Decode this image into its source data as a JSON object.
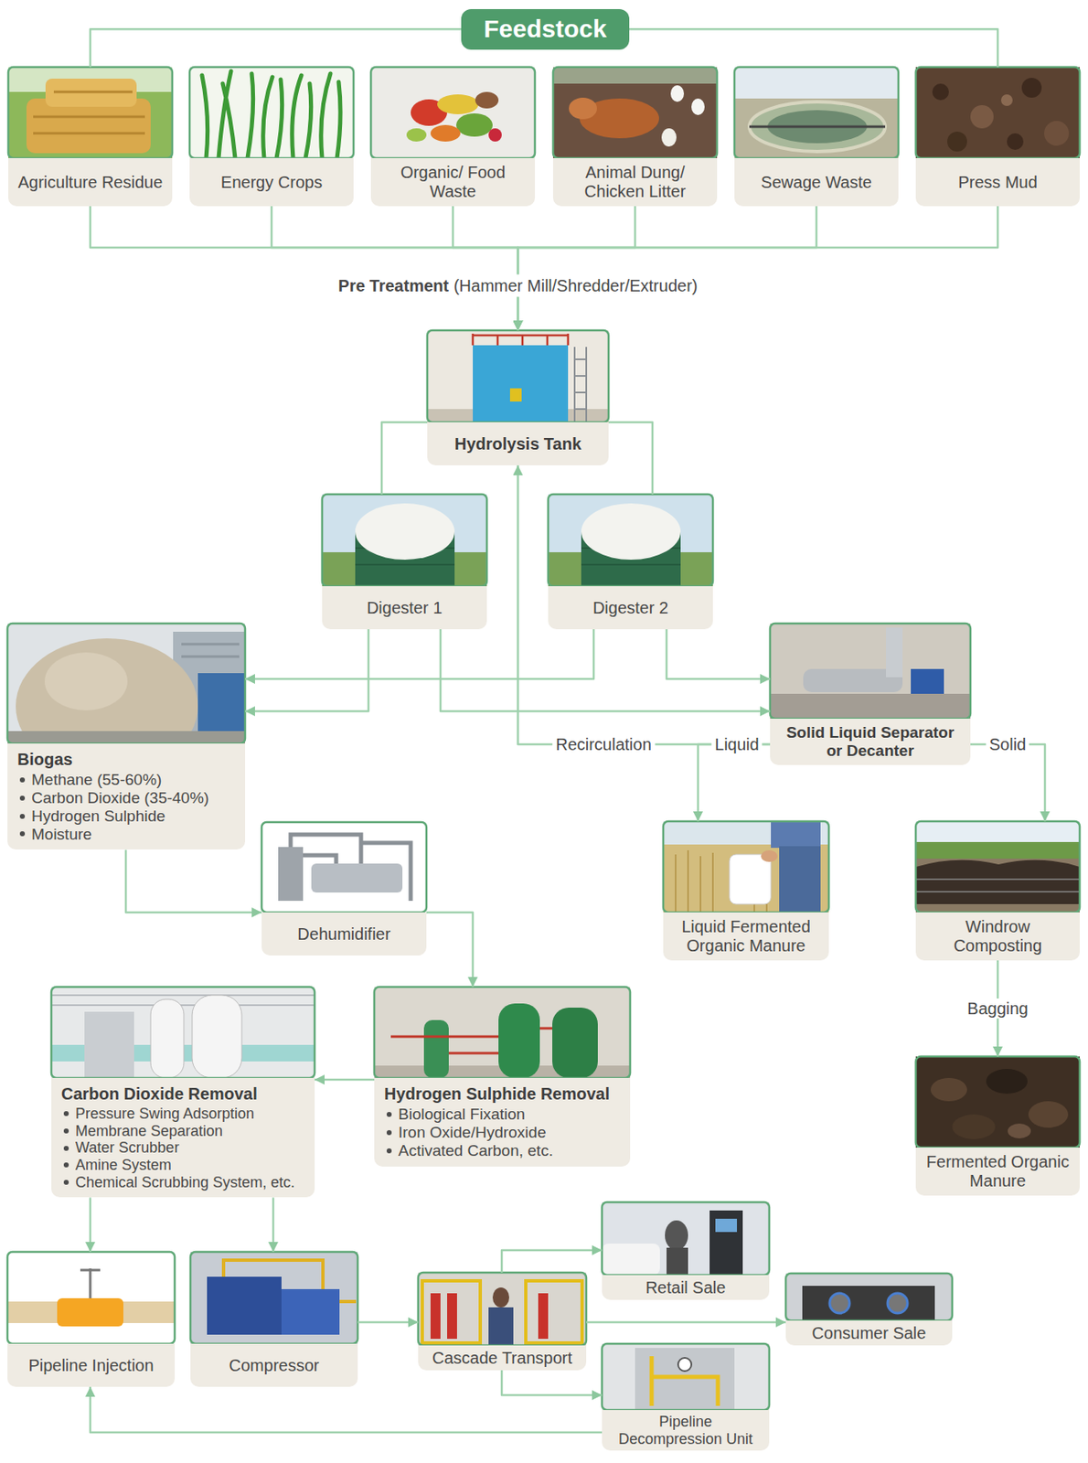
{
  "diagram": {
    "nodes": [
      {
        "text": [
          "Feedstock"
        ]
      },
      {
        "text": [
          "Agriculture Residue"
        ]
      },
      {
        "text": [
          "Energy Crops"
        ]
      },
      {
        "text": [
          "Organic/ Food Waste"
        ]
      },
      {
        "text": [
          "Animal Dung/ Chicken Litter"
        ]
      },
      {
        "text": [
          "Sewage Waste"
        ]
      },
      {
        "text": [
          "Press Mud"
        ]
      },
      {
        "text": [
          "Hydrolysis Tank"
        ]
      },
      {
        "text": [
          "Digester 1"
        ]
      },
      {
        "text": [
          "Digester 2"
        ]
      },
      {
        "text": [
          "Biogas",
          "Methane (55-60%)",
          "Carbon Dioxide (35-40%)",
          "Hydrogen Sulphide",
          "Moisture"
        ]
      },
      {
        "text": [
          "Solid Liquid Separator or Decanter"
        ]
      },
      {
        "text": [
          "Dehumidifier"
        ]
      },
      {
        "text": [
          "Liquid Fermented Organic Manure"
        ]
      },
      {
        "text": [
          "Windrow Composting"
        ]
      },
      {
        "text": [
          "Carbon Dioxide Removal",
          "Pressure Swing Adsorption",
          "Membrane Separation",
          "Water Scrubber",
          "Amine System",
          "Chemical Scrubbing System, etc."
        ]
      },
      {
        "text": [
          "Hydrogen Sulphide Removal",
          "Biological Fixation",
          "Iron Oxide/Hydroxide",
          "Activated Carbon, etc."
        ]
      },
      {
        "text": [
          "Fermented Organic Manure"
        ]
      },
      {
        "text": [
          "Retail Sale"
        ]
      },
      {
        "text": [
          "Pipeline Injection"
        ]
      },
      {
        "text": [
          "Compressor"
        ]
      },
      {
        "text": [
          "Cascade Transport"
        ]
      },
      {
        "text": [
          "Consumer Sale"
        ]
      },
      {
        "text": [
          "Pipeline Decompression Unit"
        ]
      }
    ],
    "edges": [
      {
        "from": 0,
        "to": 1,
        "arrow": "none"
      },
      {
        "from": 0,
        "to": 6,
        "arrow": "none"
      },
      {
        "from": 1,
        "to": 7,
        "arrow": "to"
      },
      {
        "from": 2,
        "to": 7,
        "arrow": "to"
      },
      {
        "from": 3,
        "to": 7,
        "arrow": "to"
      },
      {
        "from": 4,
        "to": 7,
        "arrow": "to"
      },
      {
        "from": 5,
        "to": 7,
        "arrow": "to"
      },
      {
        "from": 6,
        "to": 7,
        "arrow": "to"
      },
      {
        "from": 7,
        "to": 8,
        "arrow": "none"
      },
      {
        "from": 7,
        "to": 9,
        "arrow": "none"
      },
      {
        "from": 8,
        "to": 10,
        "arrow": "to"
      },
      {
        "from": 9,
        "to": 10,
        "arrow": "to"
      },
      {
        "from": 8,
        "to": 11,
        "arrow": "to"
      },
      {
        "from": 9,
        "to": 11,
        "arrow": "to"
      },
      {
        "from": 11,
        "to": 7,
        "arrow": "to",
        "label": "Recirculation"
      },
      {
        "from": 11,
        "to": 13,
        "arrow": "to",
        "label": "Liquid"
      },
      {
        "from": 11,
        "to": 14,
        "arrow": "to",
        "label": "Solid"
      },
      {
        "from": 14,
        "to": 17,
        "arrow": "to",
        "label": "Bagging"
      },
      {
        "from": 10,
        "to": 12,
        "arrow": "to"
      },
      {
        "from": 12,
        "to": 16,
        "arrow": "to"
      },
      {
        "from": 16,
        "to": 15,
        "arrow": "to"
      },
      {
        "from": 15,
        "to": 19,
        "arrow": "to"
      },
      {
        "from": 15,
        "to": 20,
        "arrow": "to"
      },
      {
        "from": 20,
        "to": 21,
        "arrow": "to"
      },
      {
        "from": 21,
        "to": 18,
        "arrow": "to"
      },
      {
        "from": 21,
        "to": 22,
        "arrow": "to"
      },
      {
        "from": 21,
        "to": 23,
        "arrow": "to"
      },
      {
        "from": 23,
        "to": 19,
        "arrow": "to"
      }
    ],
    "labels": [
      "Pre Treatment",
      "(Hammer Mill/Shredder/Extruder)"
    ]
  }
}
